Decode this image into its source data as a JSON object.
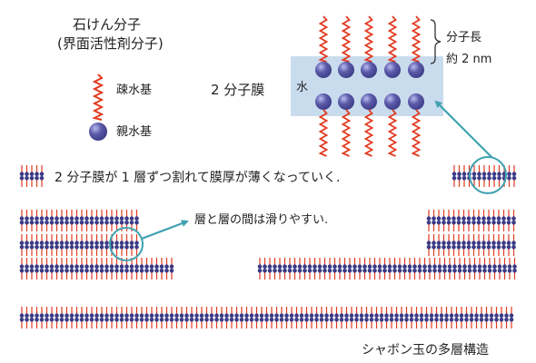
{
  "labels": {
    "soap_title_1": "石けん分子",
    "soap_title_2": "(界面活性剤分子)",
    "hydrophobic": "疎水基",
    "hydrophilic": "親水基",
    "bilayer": "2 分子膜",
    "water": "水",
    "molecule_length_1": "分子長",
    "molecule_length_2": "約 2 nm",
    "thinning_caption": "2 分子膜が 1 層ずつ割れて膜厚が薄くなっていく.",
    "slippery_caption": "層と層の間は滑りやすい.",
    "structure_caption": "シャボン玉の多層構造"
  },
  "colors": {
    "head": "#3a3a86",
    "head_highlight": "#b8bcf0",
    "tail": "#e23a20",
    "water_band": "#c9dcee",
    "arrow": "#3fa1b0"
  }
}
